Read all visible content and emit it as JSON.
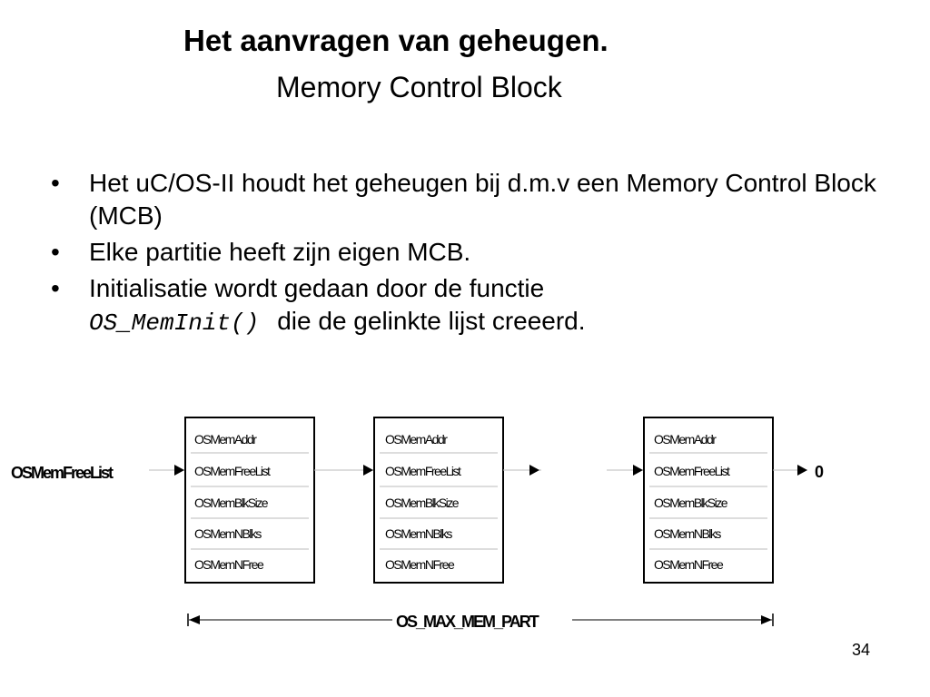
{
  "title": "Het aanvragen van geheugen.",
  "subtitle": "Memory Control Block",
  "bullets": [
    {
      "text": "Het uC/OS-II houdt het geheugen bij d.m.v een Memory Control Block (MCB)"
    },
    {
      "text": "Elke partitie heeft zijn eigen MCB."
    },
    {
      "text_before": "Initialisatie wordt gedaan door de functie",
      "code": "OS_MemInit()",
      "text_after": "die de gelinkte lijst creeerd."
    }
  ],
  "diagram": {
    "free_list_label": "OSMemFreeList",
    "fields": [
      "OSMemAddr",
      "OSMemFreeList",
      "OSMemBlkSize",
      "OSMemNBlks",
      "OSMemNFree"
    ],
    "terminator": "0",
    "span_label": "OS_MAX_MEM_PART"
  },
  "slide_number": "34"
}
